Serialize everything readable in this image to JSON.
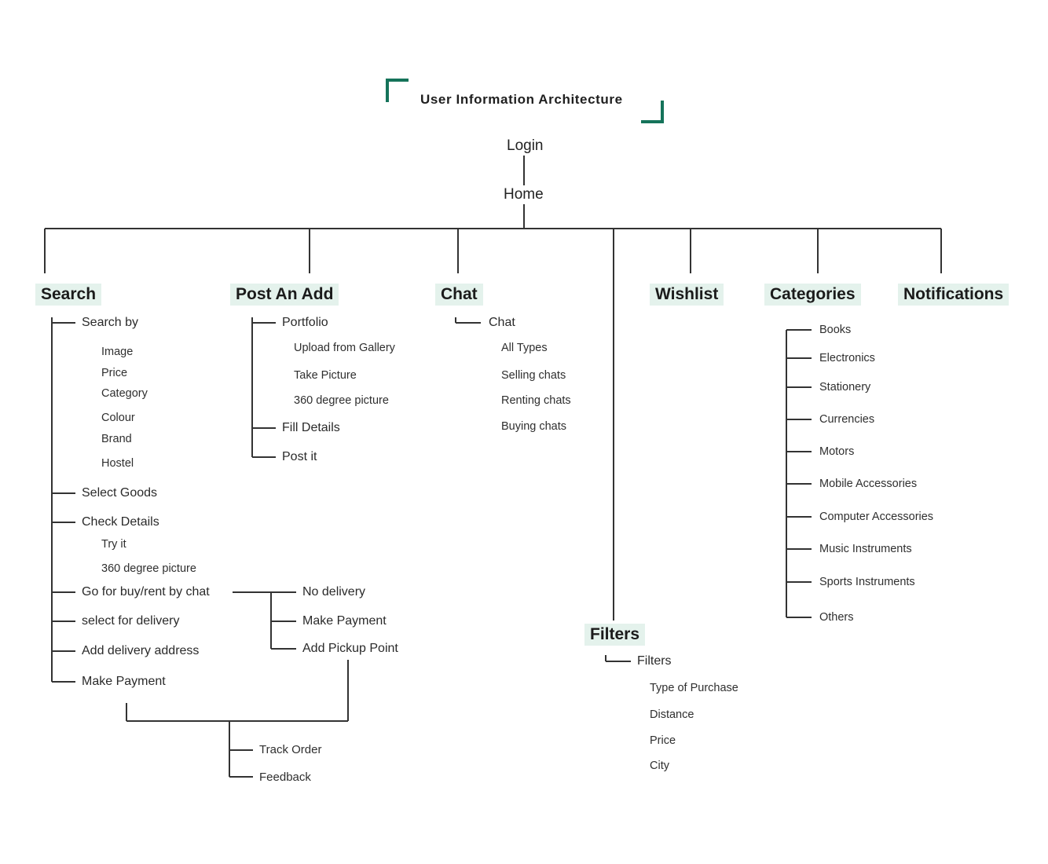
{
  "diagram": {
    "title": "User Information Architecture",
    "accent_color": "#15735a",
    "highlight_color": "#e4f2ec",
    "line_color": "#333333",
    "text_color": "#1f1f1f",
    "root_chain": [
      {
        "label": "Login"
      },
      {
        "label": "Home"
      }
    ],
    "sections": [
      {
        "id": "search",
        "label": "Search",
        "children": [
          {
            "label": "Search by",
            "connector": true
          },
          {
            "label": "Image",
            "connector": false
          },
          {
            "label": "Price",
            "connector": false
          },
          {
            "label": "Category",
            "connector": false
          },
          {
            "label": "Colour",
            "connector": false
          },
          {
            "label": "Brand",
            "connector": false
          },
          {
            "label": "Hostel",
            "connector": false
          },
          {
            "label": "Select Goods",
            "connector": true
          },
          {
            "label": "Check Details",
            "connector": true
          },
          {
            "label": "Try it",
            "connector": false
          },
          {
            "label": "360 degree picture",
            "connector": false
          },
          {
            "label": "Go for buy/rent by chat",
            "connector": true
          },
          {
            "label": "select for delivery",
            "connector": true
          },
          {
            "label": "Add delivery address",
            "connector": true
          },
          {
            "label": "Make Payment",
            "connector": true
          }
        ]
      },
      {
        "id": "post-an-add",
        "label": "Post An Add",
        "children": [
          {
            "label": "Portfolio",
            "connector": true
          },
          {
            "label": "Upload from Gallery",
            "connector": false
          },
          {
            "label": "Take Picture",
            "connector": false
          },
          {
            "label": "360 degree picture",
            "connector": false
          },
          {
            "label": "Fill Details",
            "connector": true
          },
          {
            "label": "Post it",
            "connector": true
          }
        ]
      },
      {
        "id": "chat",
        "label": "Chat",
        "children": [
          {
            "label": "Chat",
            "connector": true
          },
          {
            "label": "All Types",
            "connector": false
          },
          {
            "label": "Selling chats",
            "connector": false
          },
          {
            "label": "Renting chats",
            "connector": false
          },
          {
            "label": "Buying chats",
            "connector": false
          }
        ]
      },
      {
        "id": "wishlist",
        "label": "Wishlist",
        "children": []
      },
      {
        "id": "categories",
        "label": "Categories",
        "children": [
          {
            "label": "Books",
            "connector": true
          },
          {
            "label": "Electronics",
            "connector": true
          },
          {
            "label": "Stationery",
            "connector": true
          },
          {
            "label": "Currencies",
            "connector": true
          },
          {
            "label": "Motors",
            "connector": true
          },
          {
            "label": "Mobile Accessories",
            "connector": true
          },
          {
            "label": "Computer Accessories",
            "connector": true
          },
          {
            "label": "Music Instruments",
            "connector": true
          },
          {
            "label": "Sports Instruments",
            "connector": true
          },
          {
            "label": "Others",
            "connector": true
          }
        ]
      },
      {
        "id": "notifications",
        "label": "Notifications",
        "children": []
      },
      {
        "id": "filters",
        "label": "Filters",
        "children": [
          {
            "label": "Filters",
            "connector": true
          },
          {
            "label": "Type of Purchase",
            "connector": false
          },
          {
            "label": "Distance",
            "connector": false
          },
          {
            "label": "Price",
            "connector": false
          },
          {
            "label": "City",
            "connector": false
          }
        ]
      }
    ],
    "delivery_branch": {
      "parent": "Go for buy/rent by chat",
      "items": [
        {
          "label": "No delivery"
        },
        {
          "label": "Make Payment"
        },
        {
          "label": "Add Pickup Point"
        }
      ]
    },
    "post_purchase_branch": {
      "items": [
        {
          "label": "Track Order"
        },
        {
          "label": "Feedback"
        }
      ]
    }
  }
}
